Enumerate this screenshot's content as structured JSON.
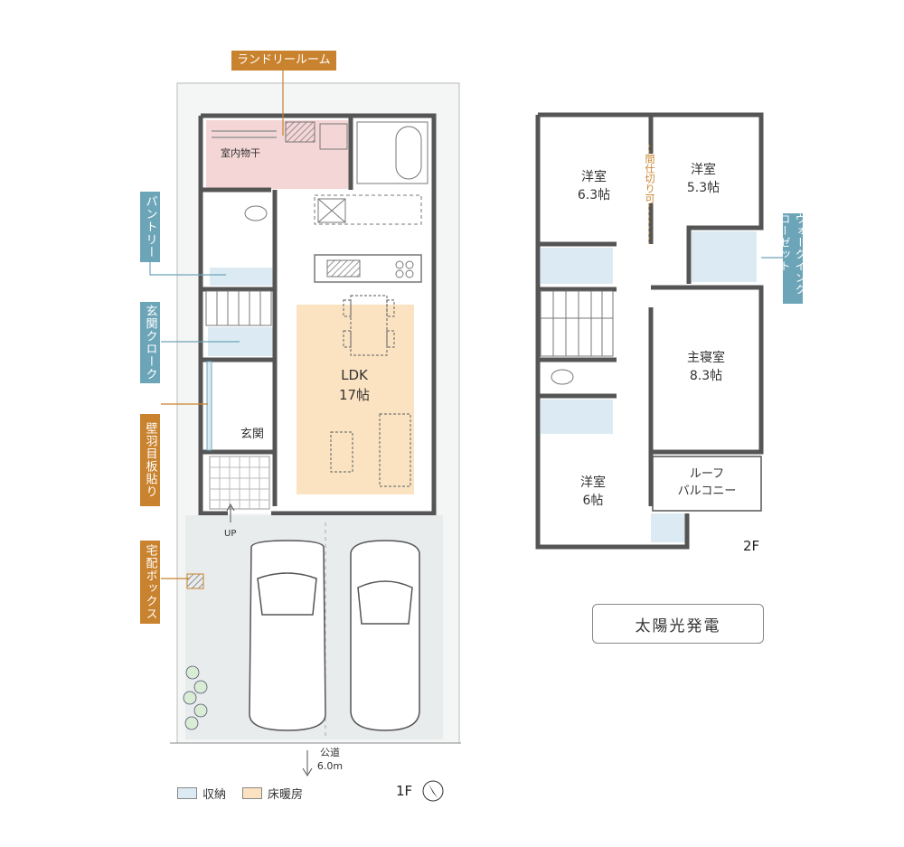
{
  "callouts": {
    "laundry_room": "ランドリールーム",
    "pantry": "パントリー",
    "entrance_cloak": "玄関クローク",
    "wood_panel": "壁羽目板貼り",
    "delivery_box": "宅配ボックス",
    "walk_in_closet": "ウォークインクローゼット"
  },
  "floor1": {
    "indoor_drying": "室内物干",
    "ldk_name": "LDK",
    "ldk_size": "17帖",
    "genkan": "玄関",
    "up": "UP",
    "road_name": "公道",
    "road_width": "6.0m",
    "floor_label": "1F"
  },
  "floor2": {
    "room_a_name": "洋室",
    "room_a_size": "6.3帖",
    "room_b_name": "洋室",
    "room_b_size": "5.3帖",
    "partition_note": "間仕切り可",
    "master_name": "主寝室",
    "master_size": "8.3帖",
    "room_c_name": "洋室",
    "room_c_size": "6帖",
    "roof_balcony_line1": "ルーフ",
    "roof_balcony_line2": "バルコニー",
    "floor_label": "2F"
  },
  "solar": "太陽光発電",
  "legend": {
    "storage": "収納",
    "floor_heating": "床暖房"
  },
  "colors": {
    "storage": "#dcebf3",
    "floor_heating": "#fbe3c2",
    "laundry": "#f5d6d6",
    "wall": "#555555",
    "callout_orange": "#c9822e",
    "callout_blue": "#6da5b8"
  }
}
